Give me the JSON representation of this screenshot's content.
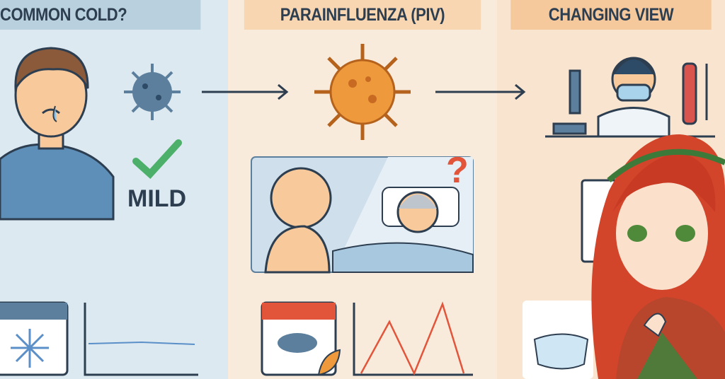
{
  "columns": [
    {
      "title": "COMMON COLD?",
      "label": "MILD"
    },
    {
      "title": "PARAINFLUENZA (PIV)"
    },
    {
      "title": "CHANGING VIEW"
    }
  ],
  "colors": {
    "header_text": "#2d3e50",
    "cold_bg": "#dce9f1",
    "piv_bg": "#f9ebdc",
    "view_bg": "#f8e4cf",
    "virus_blue": "#5b7f9c",
    "virus_orange": "#ee9a3c",
    "check_green": "#4caf6a",
    "calendar_red": "#e2553b"
  }
}
